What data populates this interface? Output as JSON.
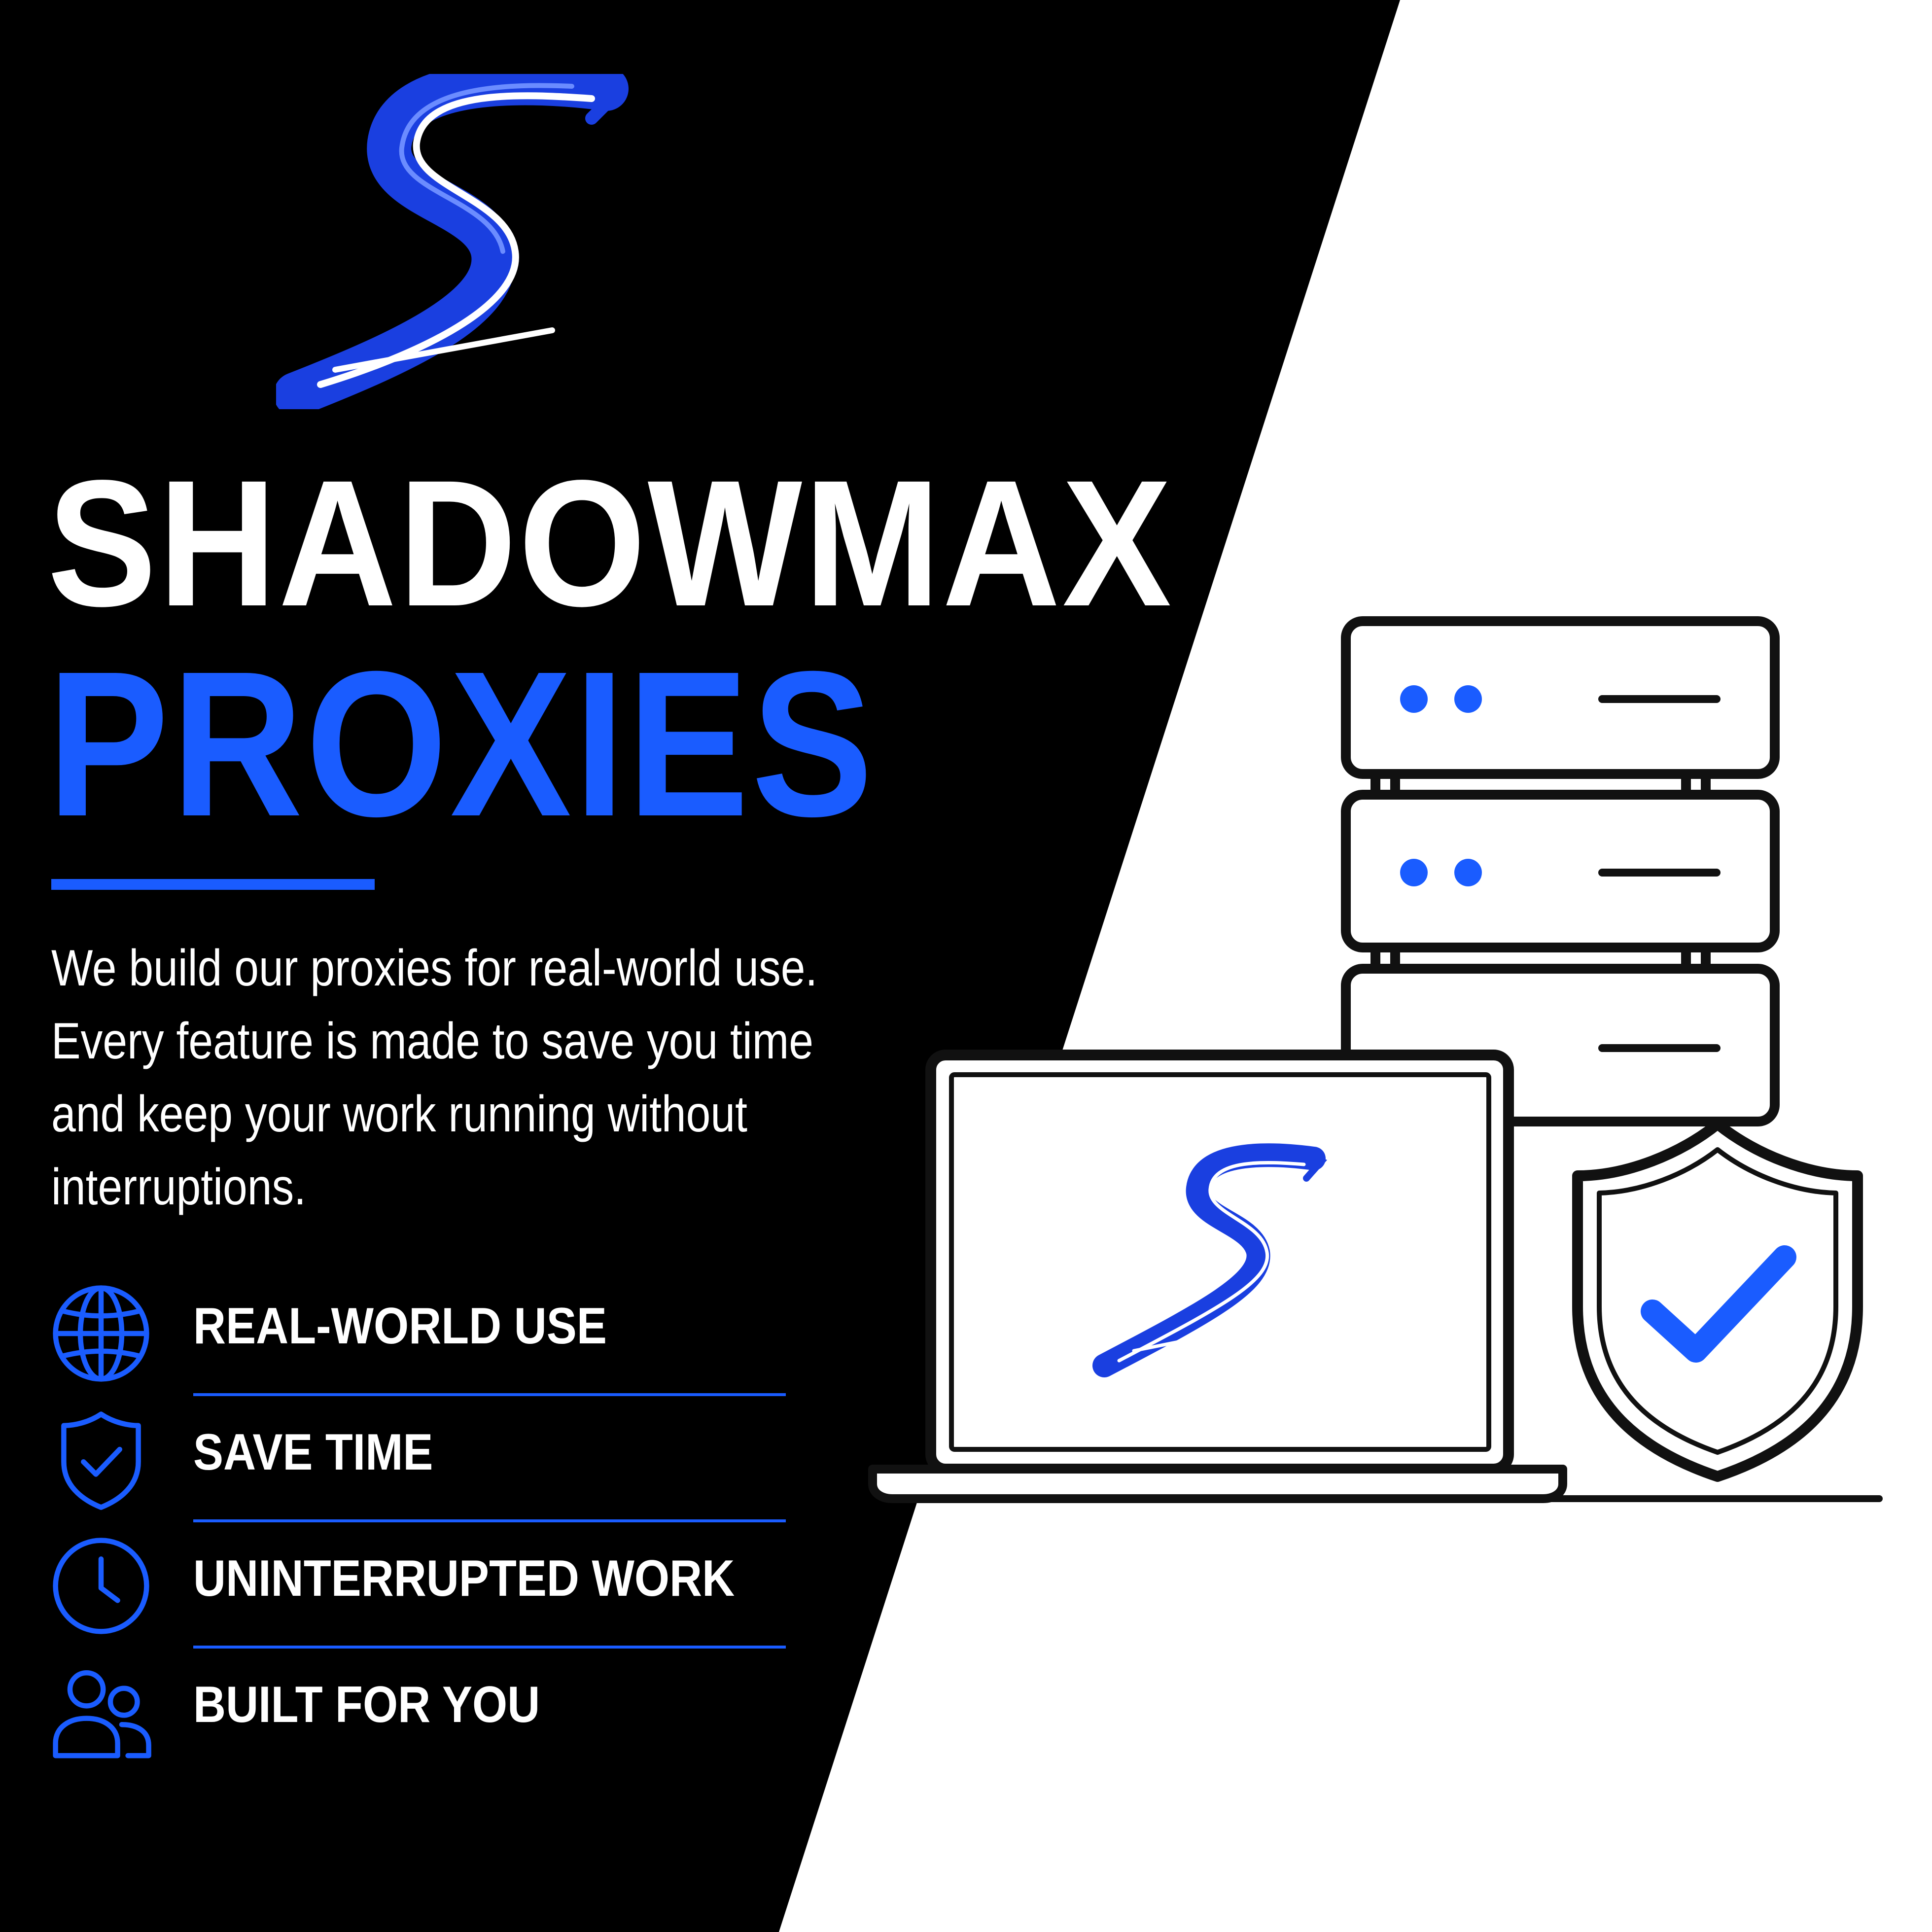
{
  "brand": {
    "name_line1": "SHADOWMAX",
    "name_line2": "PROXIES",
    "logo_letter": "S"
  },
  "description": "We build our proxies for real-world use. Every feature is made to save you time and keep your work running without interruptions.",
  "features": [
    {
      "label": "REAL-WORLD USE",
      "icon": "globe-icon"
    },
    {
      "label": "SAVE TIME",
      "icon": "shield-check-icon"
    },
    {
      "label": "UNINTERRUPTED WORK",
      "icon": "clock-icon"
    },
    {
      "label": "BUILT FOR YOU",
      "icon": "users-icon"
    }
  ],
  "illustration": {
    "objects": [
      "server-stack-icon",
      "laptop-icon",
      "shield-check-icon"
    ]
  },
  "colors": {
    "background_dark": "#000000",
    "background_light": "#ffffff",
    "accent_blue": "#1a5cff",
    "text_white": "#ffffff",
    "outline": "#111111"
  }
}
